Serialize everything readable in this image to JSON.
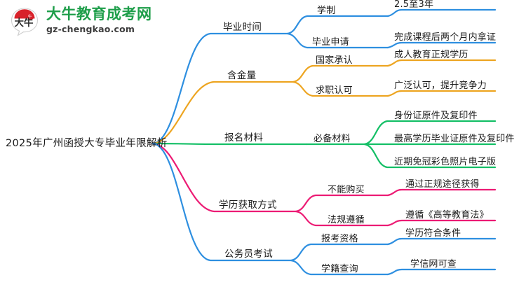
{
  "logo": {
    "mark_text": "大牛",
    "title": "大牛教育成考网",
    "domain": "gz-chengkao.com",
    "brand_green": "#1e9e4a",
    "brand_red": "#d8212a"
  },
  "mindmap": {
    "root": "2025年广州函授大专毕业年限解析",
    "colors": {
      "blue": "#2e8fe0",
      "orange": "#eda521",
      "green": "#14bf66",
      "pink": "#ec1b74"
    },
    "branches": [
      {
        "label": "毕业时间",
        "color": "blue",
        "children": [
          {
            "label": "学制",
            "leaves": [
              "2.5至3年"
            ]
          },
          {
            "label": "毕业申请",
            "leaves": [
              "完成课程后两个月内拿证"
            ]
          }
        ]
      },
      {
        "label": "含金量",
        "color": "orange",
        "children": [
          {
            "label": "国家承认",
            "leaves": [
              "成人教育正规学历"
            ]
          },
          {
            "label": "求职认可",
            "leaves": [
              "广泛认可，提升竞争力"
            ]
          }
        ]
      },
      {
        "label": "报名材料",
        "color": "green",
        "children": [
          {
            "label": "必备材料",
            "leaves": [
              "身份证原件及复印件",
              "最高学历毕业证原件及复印件",
              "近期免冠彩色照片电子版"
            ]
          }
        ]
      },
      {
        "label": "学历获取方式",
        "color": "pink",
        "children": [
          {
            "label": "不能购买",
            "leaves": [
              "通过正规途径获得"
            ]
          },
          {
            "label": "法规遵循",
            "leaves": [
              "遵循《高等教育法》"
            ]
          }
        ]
      },
      {
        "label": "公务员考试",
        "color": "blue",
        "children": [
          {
            "label": "报考资格",
            "leaves": [
              "学历符合条件"
            ]
          },
          {
            "label": "学籍查询",
            "leaves": [
              "学信网可查"
            ]
          }
        ]
      }
    ]
  }
}
